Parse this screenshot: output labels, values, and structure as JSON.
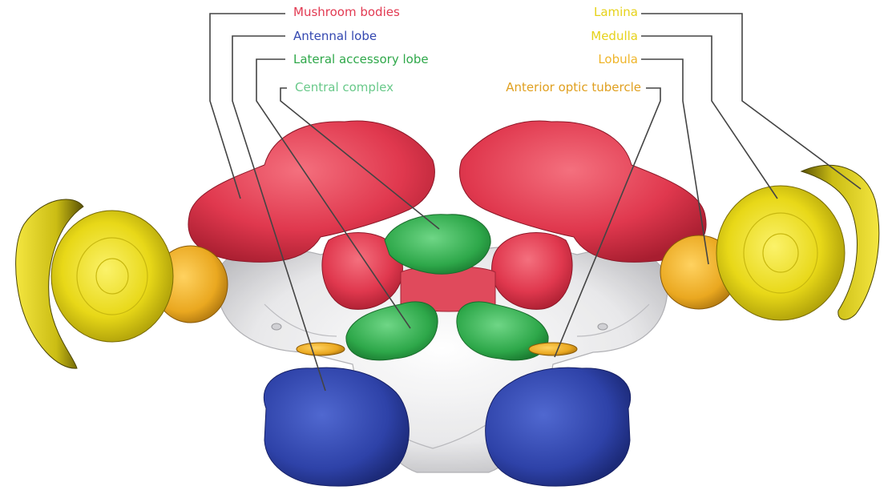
{
  "labels": {
    "mushroom_bodies": "Mushroom bodies",
    "antennal_lobe": "Antennal lobe",
    "lateral_accessory_lobe": "Lateral accessory lobe",
    "central_complex": "Central complex",
    "lamina": "Lamina",
    "medulla": "Medulla",
    "lobula": "Lobula",
    "anterior_optic_tubercle": "Anterior optic tubercle"
  },
  "colors": {
    "mushroom_bodies": "#e23a52",
    "antennal_lobe": "#3347b0",
    "lateral_accessory_lobe": "#2fa84a",
    "central_complex": "#69c98a",
    "lamina": "#e6d21a",
    "medulla": "#e6d21a",
    "lobula": "#efb52a",
    "anterior_optic_tubercle": "#e0a020",
    "leader_line": "#444444",
    "brain_core": "#e8e8ea"
  }
}
